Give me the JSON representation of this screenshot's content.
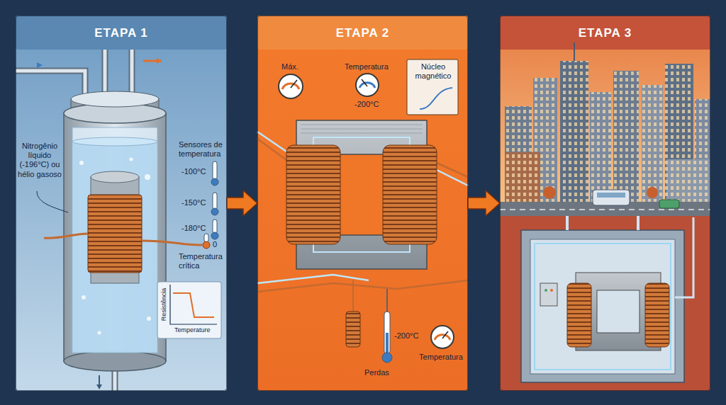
{
  "diagram": {
    "nodes": [
      {
        "text": [
          "ETAPA 1"
        ]
      },
      {
        "text": [
          "ETAPA 2"
        ]
      },
      {
        "text": [
          "ETAPA 3"
        ]
      }
    ],
    "edges": [
      {
        "from": 0,
        "to": 1,
        "arrow": "to"
      },
      {
        "from": 1,
        "to": 2,
        "arrow": "to"
      }
    ],
    "labels": [
      "Nitrogênio líquido (-196°C) ou hélio gasoso",
      "Sensores de temperatura",
      "-100°C",
      "-150°C",
      "-180°C",
      "0",
      "Temperatura crítica",
      "Resistência",
      "Temperature",
      "Máx.",
      "Temperatura",
      "-200°C",
      "Núcleo magnético",
      "-200°C",
      "Temperatura",
      "Perdas"
    ]
  }
}
